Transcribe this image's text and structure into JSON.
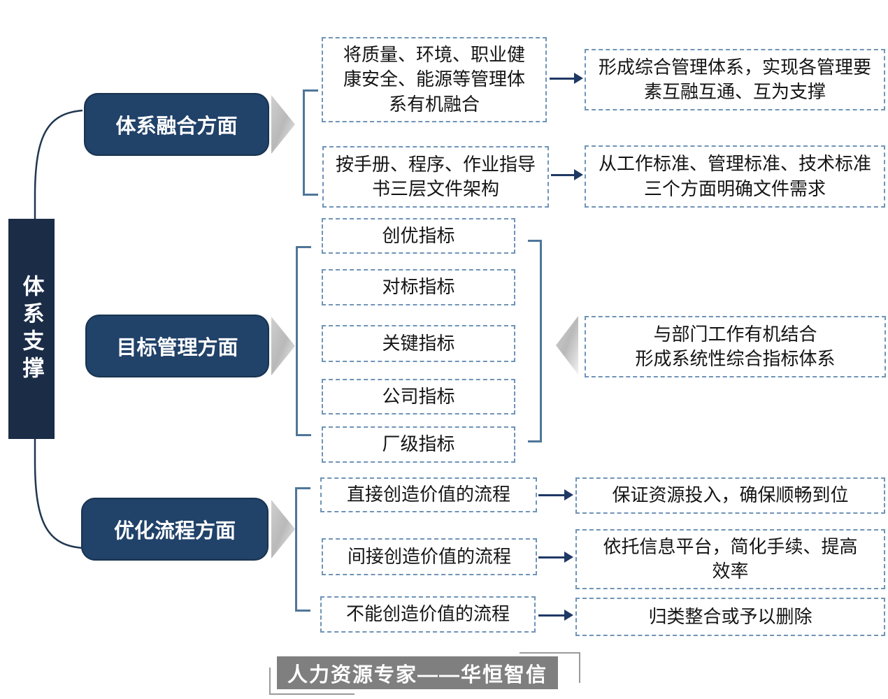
{
  "root": {
    "label": "体系支撑"
  },
  "branches": [
    {
      "id": "system-integration",
      "label": "体系融合方面",
      "pairs": [
        {
          "cause": "将质量、环境、职业健康安全、能源等管理体系有机融合",
          "effect": "形成综合管理体系，实现各管理要素互融互通、互为支撑"
        },
        {
          "cause": "按手册、程序、作业指导书三层文件架构",
          "effect": "从工作标准、管理标准、技术标准三个方面明确文件需求"
        }
      ]
    },
    {
      "id": "target-management",
      "label": "目标管理方面",
      "indicators": [
        "创优指标",
        "对标指标",
        "关键指标",
        "公司指标",
        "厂级指标"
      ],
      "result_line1": "与部门工作有机结合",
      "result_line2": "形成系统性综合指标体系"
    },
    {
      "id": "process-optimization",
      "label": "优化流程方面",
      "pairs": [
        {
          "cause": "直接创造价值的流程",
          "effect": "保证资源投入，确保顺畅到位"
        },
        {
          "cause": "间接创造价值的流程",
          "effect": "依托信息平台，简化手续、提高效率"
        },
        {
          "cause": "不能创造价值的流程",
          "effect": "归类整合或予以删除"
        }
      ]
    }
  ],
  "footer": {
    "label": "人力资源专家——华恒智信"
  },
  "colors": {
    "navy_box": "#214269",
    "root_bar": "#1b2c47",
    "dash_border": "#6f94b8",
    "bracket": "#4f7699",
    "arrow": "#1f3864",
    "footer_gray": "#7f7f7f"
  }
}
